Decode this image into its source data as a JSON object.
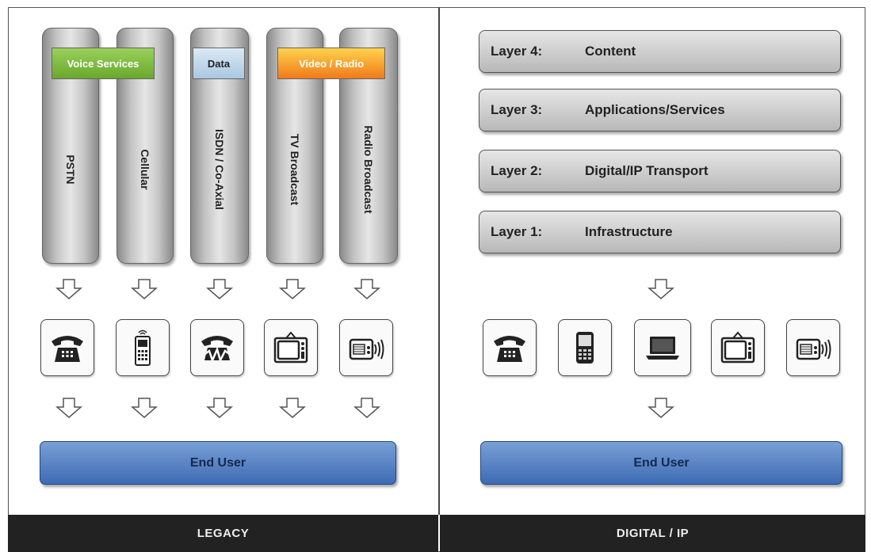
{
  "legacy": {
    "pillars": [
      {
        "label": "PSTN"
      },
      {
        "label": "Cellular"
      },
      {
        "label": "ISDN / Co-Axial"
      },
      {
        "label": "TV Broadcast"
      },
      {
        "label": "Radio Broadcast"
      }
    ],
    "tags": {
      "voice": "Voice Services",
      "data": "Data",
      "video": "Video / Radio"
    },
    "devices": [
      "telephone-icon",
      "cellphone-icon",
      "modem-icon",
      "tv-icon",
      "radio-icon"
    ],
    "end_user": "End User",
    "footer": "LEGACY"
  },
  "digital": {
    "layers": [
      {
        "num": "Layer 4:",
        "label": "Content"
      },
      {
        "num": "Layer 3:",
        "label": "Applications/Services"
      },
      {
        "num": "Layer 2:",
        "label": "Digital/IP Transport"
      },
      {
        "num": "Layer 1:",
        "label": "Infrastructure"
      }
    ],
    "devices": [
      "telephone-icon",
      "smartphone-icon",
      "laptop-icon",
      "tv-icon",
      "radio-icon"
    ],
    "end_user": "End User",
    "footer": "DIGITAL / IP"
  },
  "colors": {
    "footer_bg": "#222222",
    "end_user_blue": "#3d6bb4",
    "voice_green": "#6aa82c",
    "data_blue": "#a9c8e2",
    "video_orange": "#f07a1a"
  }
}
